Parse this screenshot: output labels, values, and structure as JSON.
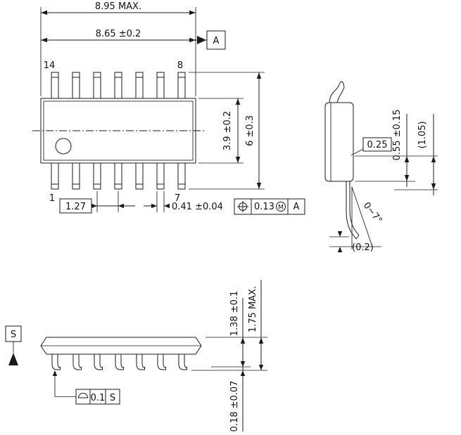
{
  "drawing": {
    "type": "IC package outline drawing (14-pin SOP)",
    "line_color": "#1a1a1a",
    "background_color": "#ffffff"
  },
  "top_view": {
    "dim_overall_length": "8.95 MAX.",
    "dim_body_length": "8.65 ±0.2",
    "datum_a": "A",
    "pins": {
      "p14": "14",
      "p8": "8",
      "p1": "1",
      "p7": "7"
    },
    "dim_pitch": "1.27",
    "dim_lead_width": "0.41 ±0.04",
    "fcf": {
      "symbol": "true-position",
      "tolerance": "0.13",
      "modifier": "M",
      "datum": "A"
    },
    "dim_body_width": "3.9 ±0.2",
    "dim_span_leads": "6 ±0.3"
  },
  "side_view": {
    "dim_gauge": "0.25",
    "dim_foot_length": "0.55 ±0.15",
    "dim_lead_ref": "(1.05)",
    "angle": "0~7°",
    "dim_standoff": "(0.2)"
  },
  "front_view": {
    "datum_s": "S",
    "dim_body_height": "1.38 ±0.1",
    "dim_overall_height": "1.75 MAX.",
    "dim_lead_thickness": "0.18 ±0.07",
    "fcf": {
      "symbol": "seating-plane",
      "tolerance": "0.1",
      "datum": "S"
    }
  }
}
